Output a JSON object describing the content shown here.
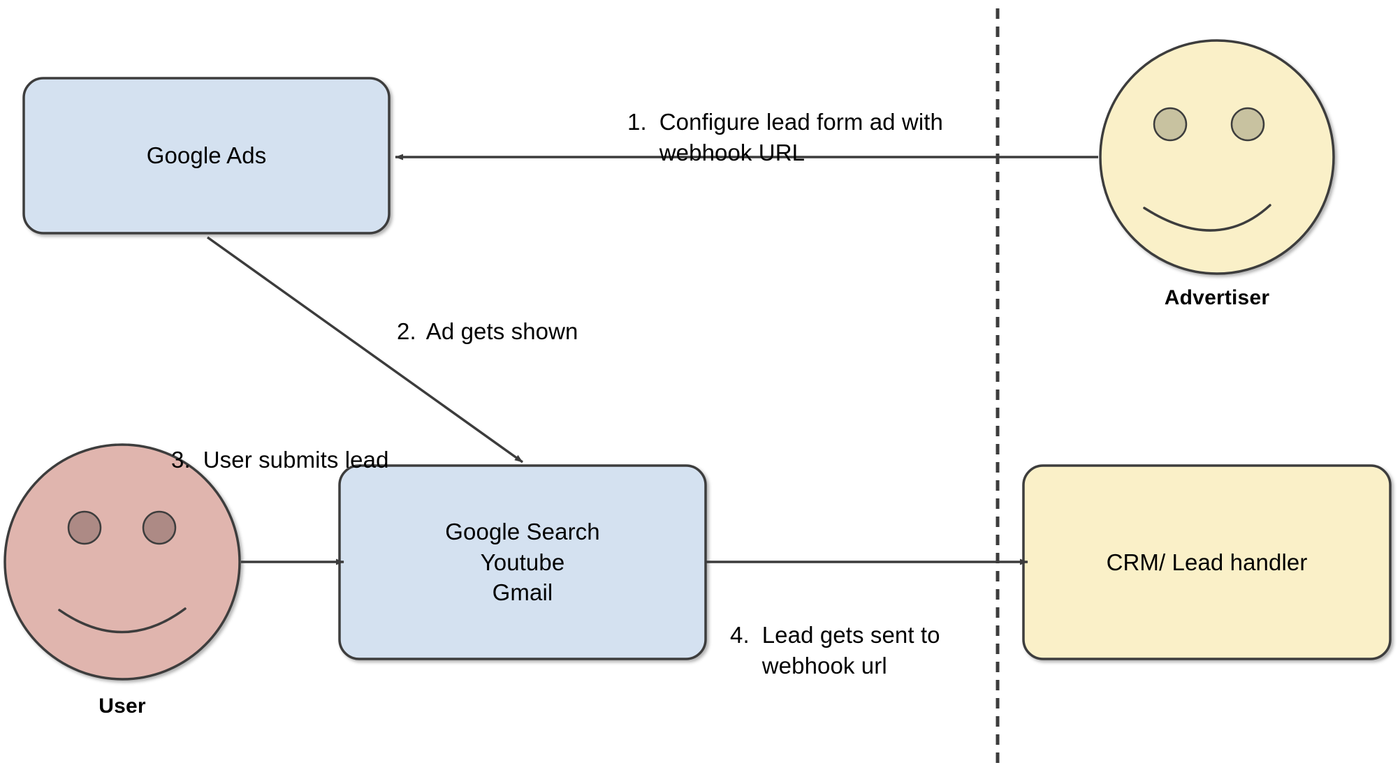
{
  "diagram": {
    "title": "Google Ads lead form webhook flow",
    "type": "flow-diagram",
    "colors": {
      "box_blue_fill": "#d4e1f0",
      "box_cream_fill": "#faf0c8",
      "face_cream_fill": "#faf0c8",
      "face_rose_fill": "#e0b5ae",
      "eye_cream_fill": "#c8c2a0",
      "eye_rose_fill": "#ad8a85",
      "stroke": "#3c3c3c",
      "text": "#000000",
      "background": "#ffffff"
    },
    "divider": {
      "name": "boundary-divider",
      "style": "dashed-vertical"
    }
  },
  "nodes": {
    "google_ads": {
      "label": "Google Ads",
      "shape": "rounded-rectangle",
      "fill": "#d4e1f0"
    },
    "google_surfaces": {
      "label": "Google Search\nYoutube\nGmail",
      "lines": [
        "Google Search",
        "Youtube",
        "Gmail"
      ],
      "shape": "rounded-rectangle",
      "fill": "#d4e1f0"
    },
    "crm": {
      "label": "CRM/ Lead handler",
      "shape": "rounded-rectangle",
      "fill": "#faf0c8"
    },
    "advertiser": {
      "caption": "Advertiser",
      "shape": "smiley-face",
      "fill": "#faf0c8"
    },
    "user": {
      "caption": "User",
      "shape": "smiley-face",
      "fill": "#e0b5ae"
    }
  },
  "edges": [
    {
      "id": "step-1",
      "number": "1.",
      "label": "Configure lead form ad with\nwebhook URL",
      "lines": [
        "Configure lead form ad with",
        "webhook URL"
      ],
      "from": "advertiser",
      "to": "google_ads",
      "direction": "right-to-left"
    },
    {
      "id": "step-2",
      "number": "2.",
      "label": "Ad gets shown",
      "lines": [
        "Ad gets shown"
      ],
      "from": "google_ads",
      "to": "google_surfaces",
      "direction": "diagonal-down-right"
    },
    {
      "id": "step-3",
      "number": "3.",
      "label": "User submits lead",
      "lines": [
        "User submits lead"
      ],
      "from": "user",
      "to": "google_surfaces",
      "direction": "left-to-right"
    },
    {
      "id": "step-4",
      "number": "4.",
      "label": "Lead gets sent to\nwebhook url",
      "lines": [
        "Lead gets sent to",
        "webhook url"
      ],
      "from": "google_surfaces",
      "to": "crm",
      "direction": "left-to-right"
    }
  ]
}
